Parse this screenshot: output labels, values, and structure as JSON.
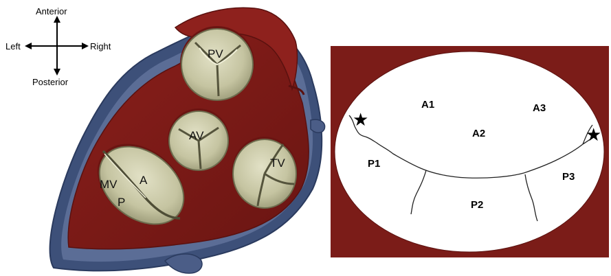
{
  "compass": {
    "anterior": "Anterior",
    "posterior": "Posterior",
    "left": "Left",
    "right": "Right"
  },
  "heart_section": {
    "valves": {
      "pulmonary": "PV",
      "aortic": "AV",
      "tricuspid": "TV",
      "mitral": "MV",
      "mitral_anterior_leaflet": "A",
      "mitral_posterior_leaflet": "P"
    },
    "colors": {
      "myocardium": "#7a1a17",
      "vessel": "#3d5079",
      "leaflet": "#c9c8a6"
    }
  },
  "mitral_diagram": {
    "scallops": {
      "anterior": [
        "A1",
        "A2",
        "A3"
      ],
      "posterior": [
        "P1",
        "P2",
        "P3"
      ]
    },
    "commissure_marker": "★",
    "colors": {
      "frame": "#7b1c18",
      "orifice": "#ffffff",
      "lines": "#222222"
    }
  }
}
